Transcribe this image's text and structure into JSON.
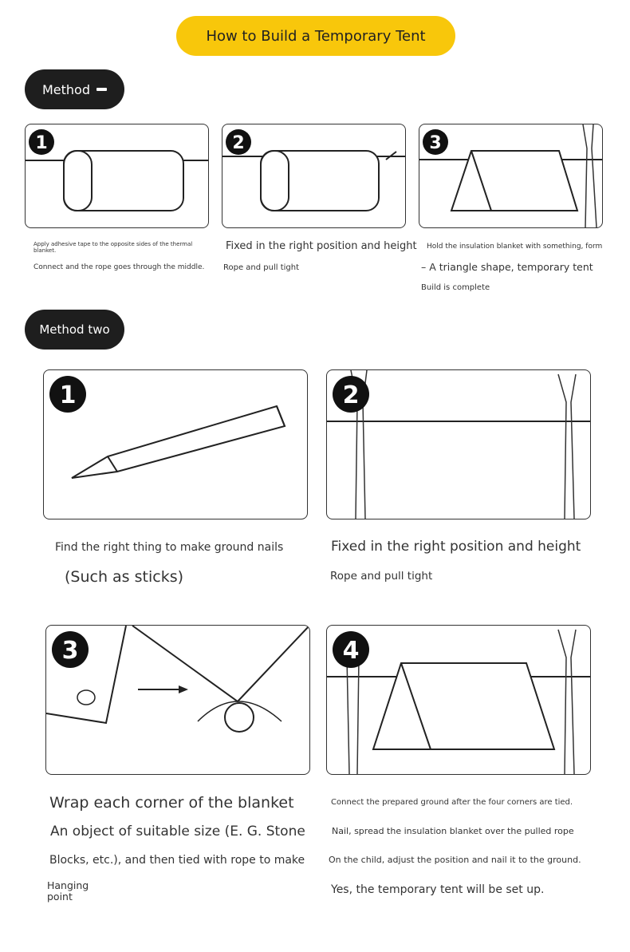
{
  "title": "How to Build a Temporary Tent",
  "method_one": {
    "label": "Method",
    "steps": [
      {
        "number": "1",
        "lines": [
          "Apply adhesive tape to the opposite sides of the thermal",
          "blanket.",
          "Connect and the rope goes through the middle."
        ]
      },
      {
        "number": "2",
        "lines": [
          "Fixed in the right position and height",
          "Rope and pull tight"
        ]
      },
      {
        "number": "3",
        "lines": [
          "Hold the insulation blanket with something, form",
          "–  A triangle shape, temporary tent",
          "Build is complete"
        ]
      }
    ]
  },
  "method_two": {
    "label": "Method two",
    "steps": [
      {
        "number": "1",
        "lines": [
          "Find the right thing to make ground nails",
          "(Such as sticks)"
        ]
      },
      {
        "number": "2",
        "lines": [
          "Fixed in the right position and height",
          "Rope and pull tight"
        ]
      },
      {
        "number": "3",
        "lines": [
          "Wrap each corner of the blanket",
          "An object of suitable size (E. G. Stone",
          "Blocks, etc.), and then tied with rope to make",
          "Hanging",
          "point"
        ]
      },
      {
        "number": "4",
        "lines": [
          "Connect the prepared ground after the four corners are tied.",
          "Nail, spread the insulation blanket over the pulled rope",
          "On the child, adjust the position and nail it to the ground.",
          "Yes, the temporary tent will be set up."
        ]
      }
    ]
  }
}
